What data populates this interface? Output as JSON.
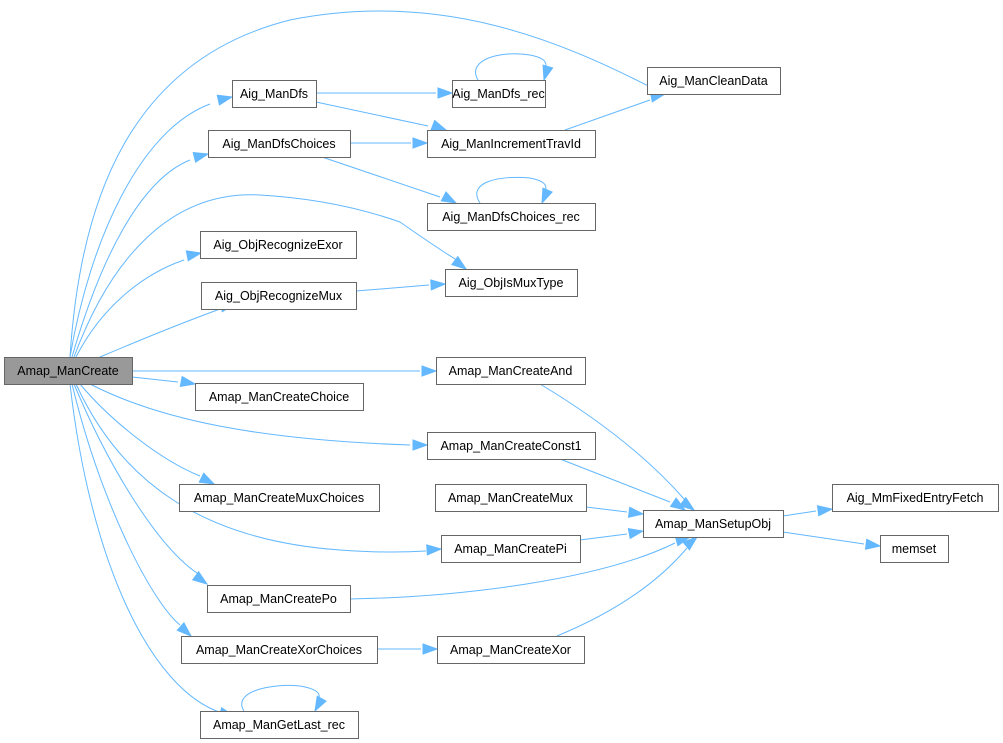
{
  "graph": {
    "type": "call-graph",
    "edge_color": "#63b8ff",
    "root_fill": "#999999",
    "node_fill": "#ffffff",
    "border_color": "#666666",
    "root": "Amap_ManCreate",
    "nodes": [
      {
        "id": "Amap_ManCreate",
        "label": "Amap_ManCreate",
        "root": true
      },
      {
        "id": "Aig_ManDfs",
        "label": "Aig_ManDfs"
      },
      {
        "id": "Aig_ManDfsChoices",
        "label": "Aig_ManDfsChoices"
      },
      {
        "id": "Aig_ObjRecognizeExor",
        "label": "Aig_ObjRecognizeExor"
      },
      {
        "id": "Aig_ObjRecognizeMux",
        "label": "Aig_ObjRecognizeMux"
      },
      {
        "id": "Amap_ManCreateChoice",
        "label": "Amap_ManCreateChoice"
      },
      {
        "id": "Amap_ManCreateMuxChoices",
        "label": "Amap_ManCreateMuxChoices"
      },
      {
        "id": "Amap_ManCreatePo",
        "label": "Amap_ManCreatePo"
      },
      {
        "id": "Amap_ManCreateXorChoices",
        "label": "Amap_ManCreateXorChoices"
      },
      {
        "id": "Amap_ManGetLast_rec",
        "label": "Amap_ManGetLast_rec"
      },
      {
        "id": "Aig_ManDfs_rec",
        "label": "Aig_ManDfs_rec"
      },
      {
        "id": "Aig_ManIncrementTravId",
        "label": "Aig_ManIncrementTravId"
      },
      {
        "id": "Aig_ManDfsChoices_rec",
        "label": "Aig_ManDfsChoices_rec"
      },
      {
        "id": "Aig_ObjIsMuxType",
        "label": "Aig_ObjIsMuxType"
      },
      {
        "id": "Aig_ManCleanData",
        "label": "Aig_ManCleanData"
      },
      {
        "id": "Amap_ManCreateAnd",
        "label": "Amap_ManCreateAnd"
      },
      {
        "id": "Amap_ManCreateConst1",
        "label": "Amap_ManCreateConst1"
      },
      {
        "id": "Amap_ManCreateMux",
        "label": "Amap_ManCreateMux"
      },
      {
        "id": "Amap_ManCreatePi",
        "label": "Amap_ManCreatePi"
      },
      {
        "id": "Amap_ManCreateXor",
        "label": "Amap_ManCreateXor"
      },
      {
        "id": "Amap_ManSetupObj",
        "label": "Amap_ManSetupObj"
      },
      {
        "id": "Aig_MmFixedEntryFetch",
        "label": "Aig_MmFixedEntryFetch"
      },
      {
        "id": "memset",
        "label": "memset"
      }
    ],
    "edges": [
      {
        "from": "Amap_ManCreate",
        "to": "Aig_ManCleanData"
      },
      {
        "from": "Amap_ManCreate",
        "to": "Aig_ManDfs"
      },
      {
        "from": "Amap_ManCreate",
        "to": "Aig_ManDfsChoices"
      },
      {
        "from": "Amap_ManCreate",
        "to": "Aig_ObjIsMuxType"
      },
      {
        "from": "Amap_ManCreate",
        "to": "Aig_ObjRecognizeExor"
      },
      {
        "from": "Amap_ManCreate",
        "to": "Aig_ObjRecognizeMux"
      },
      {
        "from": "Amap_ManCreate",
        "to": "Amap_ManCreateAnd"
      },
      {
        "from": "Amap_ManCreate",
        "to": "Amap_ManCreateChoice"
      },
      {
        "from": "Amap_ManCreate",
        "to": "Amap_ManCreateConst1"
      },
      {
        "from": "Amap_ManCreate",
        "to": "Amap_ManCreateMuxChoices"
      },
      {
        "from": "Amap_ManCreate",
        "to": "Amap_ManCreatePi"
      },
      {
        "from": "Amap_ManCreate",
        "to": "Amap_ManCreatePo"
      },
      {
        "from": "Amap_ManCreate",
        "to": "Amap_ManCreateXorChoices"
      },
      {
        "from": "Amap_ManCreate",
        "to": "Amap_ManGetLast_rec"
      },
      {
        "from": "Aig_ManDfs",
        "to": "Aig_ManDfs_rec"
      },
      {
        "from": "Aig_ManDfs",
        "to": "Aig_ManIncrementTravId"
      },
      {
        "from": "Aig_ManDfs_rec",
        "to": "Aig_ManDfs_rec"
      },
      {
        "from": "Aig_ManIncrementTravId",
        "to": "Aig_ManCleanData"
      },
      {
        "from": "Aig_ManDfsChoices",
        "to": "Aig_ManIncrementTravId"
      },
      {
        "from": "Aig_ManDfsChoices",
        "to": "Aig_ManDfsChoices_rec"
      },
      {
        "from": "Aig_ManDfsChoices_rec",
        "to": "Aig_ManDfsChoices_rec"
      },
      {
        "from": "Aig_ObjRecognizeMux",
        "to": "Aig_ObjIsMuxType"
      },
      {
        "from": "Amap_ManCreateAnd",
        "to": "Amap_ManSetupObj"
      },
      {
        "from": "Amap_ManCreateConst1",
        "to": "Amap_ManSetupObj"
      },
      {
        "from": "Amap_ManCreateMuxChoices",
        "to": "Amap_ManCreateMux"
      },
      {
        "from": "Amap_ManCreateMux",
        "to": "Amap_ManSetupObj"
      },
      {
        "from": "Amap_ManCreatePi",
        "to": "Amap_ManSetupObj"
      },
      {
        "from": "Amap_ManCreatePo",
        "to": "Amap_ManSetupObj"
      },
      {
        "from": "Amap_ManCreateXorChoices",
        "to": "Amap_ManCreateXor"
      },
      {
        "from": "Amap_ManCreateXor",
        "to": "Amap_ManSetupObj"
      },
      {
        "from": "Amap_ManGetLast_rec",
        "to": "Amap_ManGetLast_rec"
      },
      {
        "from": "Amap_ManSetupObj",
        "to": "Aig_MmFixedEntryFetch"
      },
      {
        "from": "Amap_ManSetupObj",
        "to": "memset"
      }
    ]
  }
}
